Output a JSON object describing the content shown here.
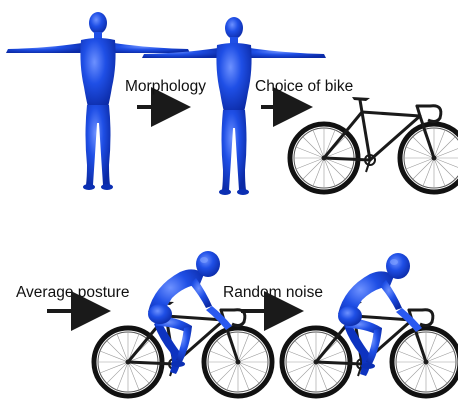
{
  "labels": {
    "morphology": "Morphology",
    "choice_of_bike": "Choice of bike",
    "average_posture": "Average posture",
    "random_noise": "Random noise"
  },
  "colors": {
    "body": "#1f4fe6",
    "body_dark": "#0b2fb3",
    "body_highlight": "#7a9cff",
    "bike_frame": "#1a1a1a",
    "tire": "#111111",
    "arrow": "#1a1a1a",
    "text": "#111111"
  },
  "icons": {
    "figure": "human-tpose-icon",
    "bike": "track-bicycle-icon",
    "rider": "cyclist-rider-icon",
    "arrow": "right-arrow-icon"
  }
}
